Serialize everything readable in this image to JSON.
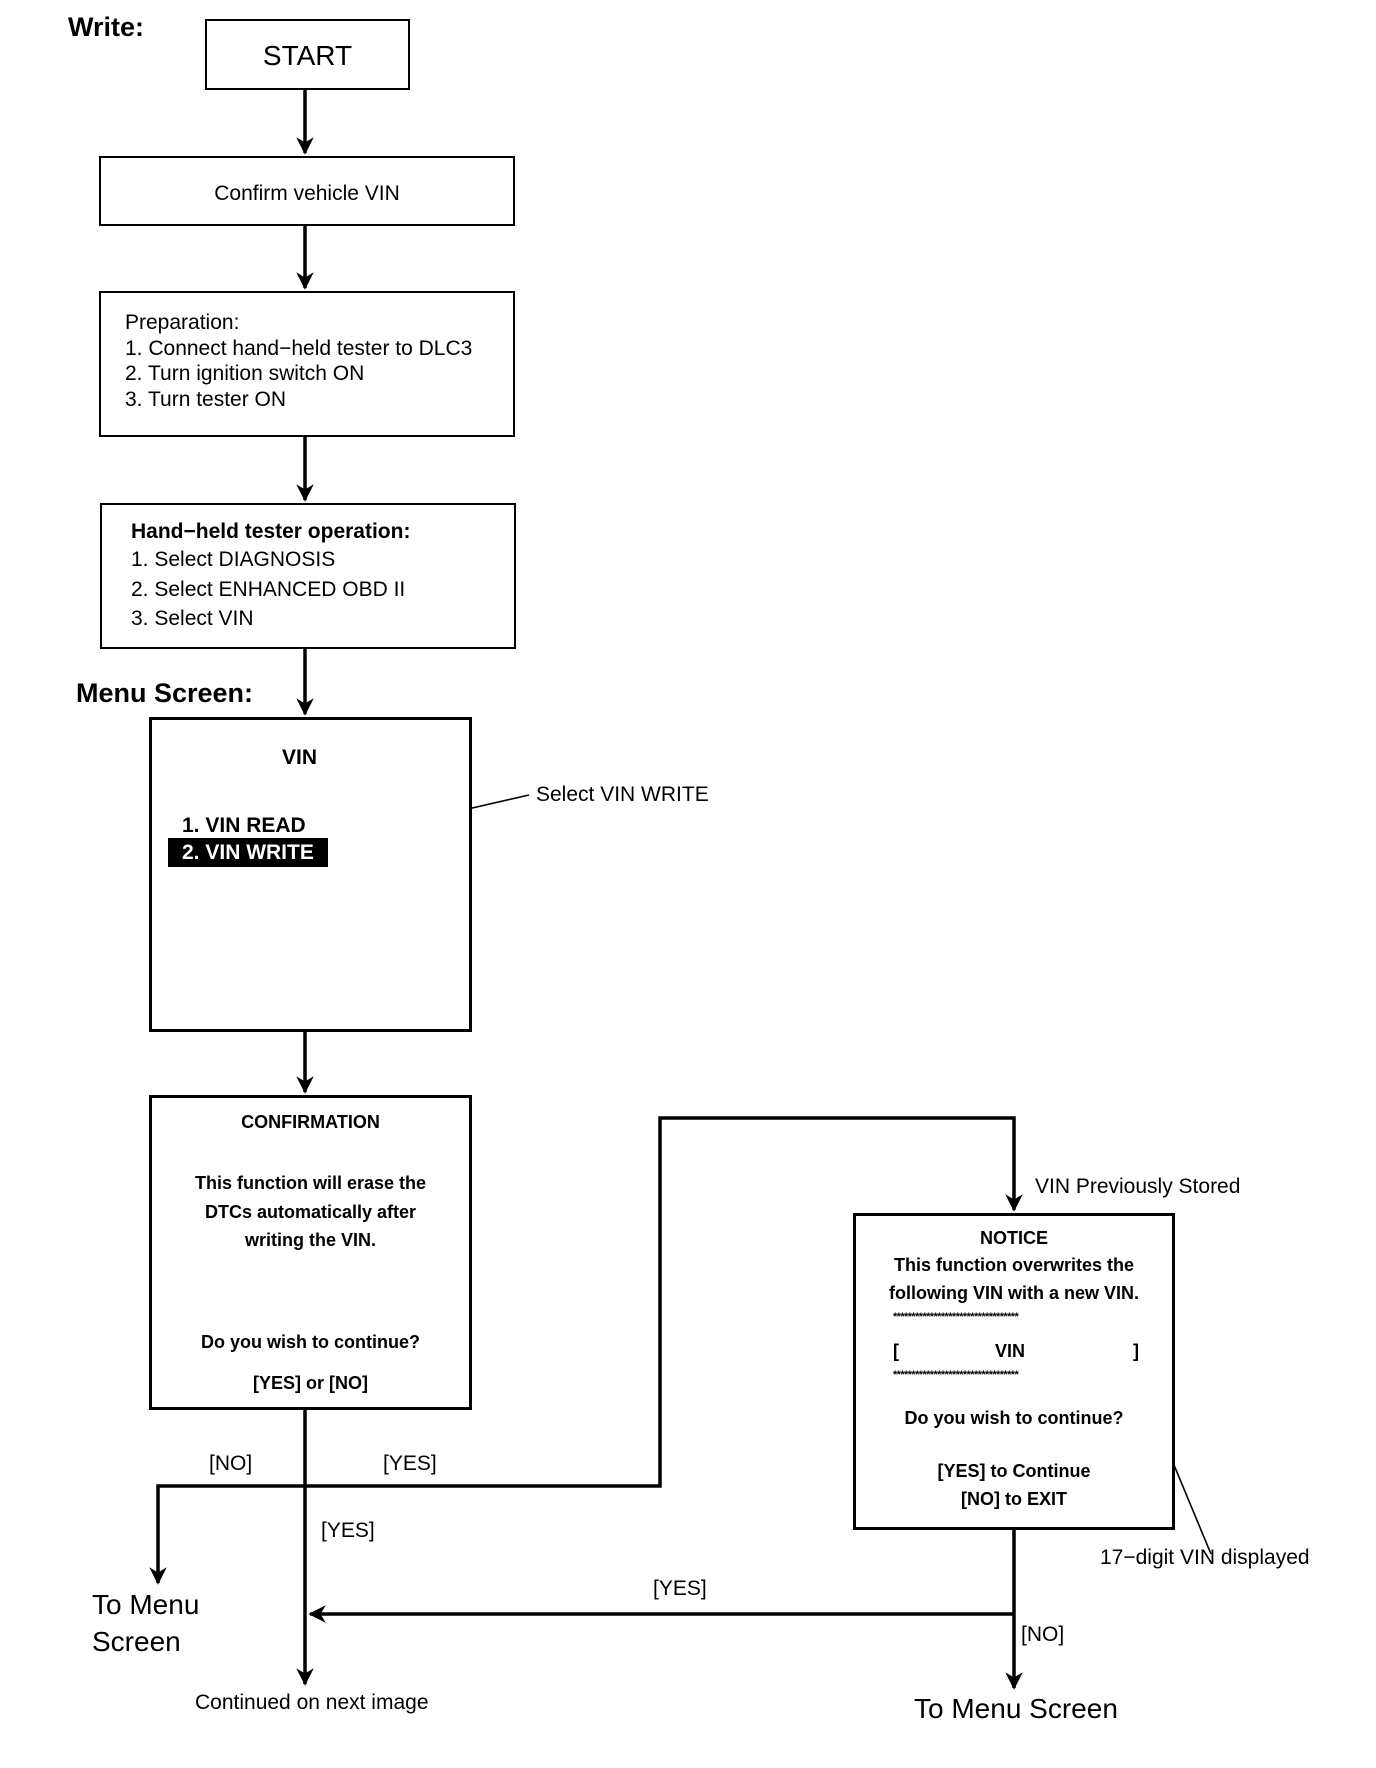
{
  "title": "Write:",
  "menu_screen_label": "Menu Screen:",
  "start": "START",
  "confirm_vin": "Confirm vehicle VIN",
  "preparation": {
    "heading": "Preparation:",
    "steps": [
      "1. Connect hand−held tester to DLC3",
      "2. Turn ignition switch ON",
      "3. Turn tester ON"
    ]
  },
  "tester_operation": {
    "heading": "Hand−held tester operation:",
    "steps": [
      "1. Select DIAGNOSIS",
      "2. Select ENHANCED OBD II",
      "3. Select VIN"
    ]
  },
  "vin_menu": {
    "title": "VIN",
    "items": [
      "1. VIN READ",
      "2. VIN WRITE"
    ],
    "callout": "Select VIN WRITE"
  },
  "confirmation": {
    "title": "CONFIRMATION",
    "message": [
      "This function will erase the",
      "DTCs automatically after",
      "writing the VIN."
    ],
    "question": "Do you wish to continue?",
    "options": "[YES] or [NO]"
  },
  "notice": {
    "condition": "VIN Previously Stored",
    "title": "NOTICE",
    "message": [
      "This function overwrites the",
      "following VIN with a new VIN."
    ],
    "stars": "**********************************",
    "vin_bracket_left": "[",
    "vin_label": "VIN",
    "vin_bracket_right": "]",
    "question": "Do you wish to continue?",
    "yes_option": "[YES] to Continue",
    "no_option": "[NO] to EXIT",
    "callout": "17−digit VIN displayed"
  },
  "branches": {
    "no": "[NO]",
    "yes_right": "[YES]",
    "yes_down": "[YES]",
    "yes_notice": "[YES]",
    "no_notice": "[NO]"
  },
  "to_menu_screen_left": [
    "To Menu",
    "Screen"
  ],
  "to_menu_screen_right": "To Menu Screen",
  "continued": "Continued on next  image"
}
